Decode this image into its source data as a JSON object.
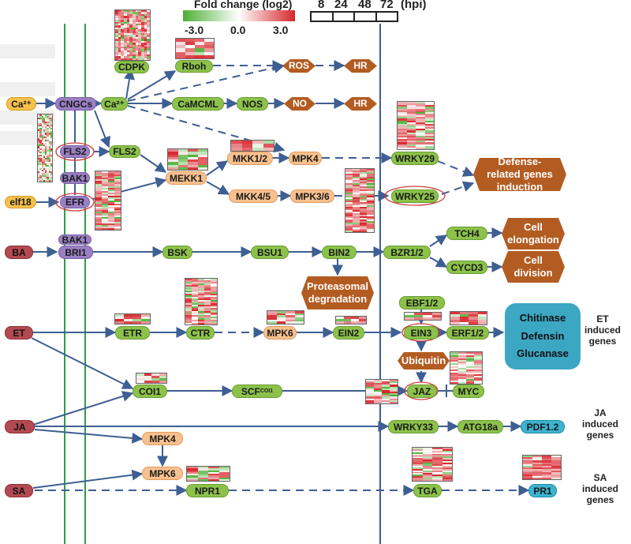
{
  "legend": {
    "title": "Fold change (log2)",
    "min_label": "-3.0",
    "mid_label": "0.0",
    "max_label": "3.0",
    "low_color": "#4caf35",
    "mid_color": "#ffffff",
    "high_color": "#d7262c"
  },
  "time_axis": {
    "labels": [
      "8",
      "24",
      "48",
      "72"
    ],
    "unit": "(hpi)"
  },
  "signals": [
    "Ca²⁺",
    "elf18",
    "BA",
    "ET",
    "JA",
    "SA"
  ],
  "nodes": {
    "ca_in": "Ca²⁺",
    "cngcs": "CNGCs",
    "ca2": "Ca²⁺",
    "cdpk": "CDPK",
    "rboh": "Rboh",
    "ros": "ROS",
    "hr1": "HR",
    "camcml": "CaMCML",
    "nos": "NOS",
    "no": "NO",
    "hr2": "HR",
    "fls2": "FLS2",
    "fls2b": "FLS2",
    "bak1": "BAK1",
    "efr": "EFR",
    "elf18": "elf18",
    "mekk1": "MEKK1",
    "mkk12": "MKK1/2",
    "mpk4": "MPK4",
    "wrky29": "WRKY29",
    "mkk45": "MKK4/5",
    "mpk36": "MPK3/6",
    "wrky25": "WRKY25",
    "defense": "Defense-related genes induction",
    "ba": "BA",
    "bak1b": "BAK1",
    "bri1": "BRI1",
    "bsk": "BSK",
    "bsu1": "BSU1",
    "bin2": "BIN2",
    "bzr12": "BZR1/2",
    "tch4": "TCH4",
    "cycd3": "CYCD3",
    "cell_elong_l1": "Cell",
    "cell_elong_l2": "elongation",
    "cell_div_l1": "Cell",
    "cell_div_l2": "division",
    "proteo_l1": "Proteasomal",
    "proteo_l2": "degradation",
    "et": "ET",
    "etr": "ETR",
    "ctr": "CTR",
    "mpk6": "MPK6",
    "ein2": "EIN2",
    "ebf12": "EBF1/2",
    "ein3": "EIN3",
    "erf12": "ERF1/2",
    "ubiquitin": "Ubiquitin",
    "coi1": "COI1",
    "scf": "SCF",
    "scf_sup": "COI1",
    "jaz": "JAZ",
    "myc": "MYC",
    "ja": "JA",
    "mpk4b": "MPK4",
    "wrky33": "WRKY33",
    "atg18a": "ATG18a",
    "pdf12": "PDF1.2",
    "sa": "SA",
    "mpk6b": "MPK6",
    "npr1": "NPR1",
    "tga": "TGA",
    "pr1": "PR1"
  },
  "outputs": {
    "et_genes": [
      "Chitinase",
      "Defensin",
      "Glucanase"
    ],
    "et_side": "ET induced genes",
    "ja_side": "JA induced genes",
    "sa_side": "SA induced genes"
  },
  "colors": {
    "green_node": "#8cc24a",
    "orange_node": "#f7c08e",
    "purple_node": "#9b7fc4",
    "signal_red": "#b34a52",
    "output_brown": "#b35c22",
    "teal": "#3ba7c3",
    "arrow_blue": "#3e5f93",
    "membrane_green": "#2e9e46"
  }
}
